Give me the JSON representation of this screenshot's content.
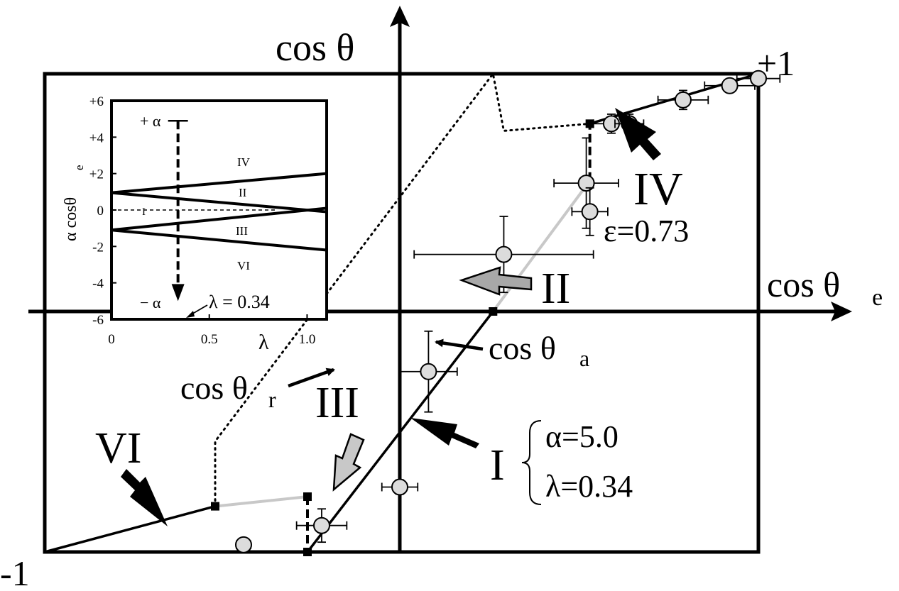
{
  "chart_data": [
    {
      "type": "line",
      "axes": {
        "y_label": "cos θ",
        "x_label_main": "cos θ",
        "x_label_sub": "e",
        "corner_plus": "+1",
        "corner_minus": "-1",
        "xlim": [
          -1,
          1
        ],
        "ylim": [
          -1,
          1
        ]
      },
      "series": [
        {
          "name": "I",
          "segment": [
            [
              -0.26,
              -1.0
            ],
            [
              0.26,
              0.0
            ]
          ]
        },
        {
          "name": "II",
          "segment": [
            [
              0.26,
              0.0
            ],
            [
              0.53,
              0.55
            ]
          ]
        },
        {
          "name": "IV",
          "segment": [
            [
              0.53,
              0.79
            ],
            [
              1.0,
              1.0
            ]
          ]
        },
        {
          "name": "VI",
          "segment": [
            [
              -1.0,
              -1.0
            ],
            [
              -0.52,
              -0.81
            ]
          ]
        },
        {
          "name": "III",
          "segment": [
            [
              -0.52,
              -0.81
            ],
            [
              -0.26,
              -0.77
            ]
          ]
        }
      ],
      "jumps": [
        [
          [
            0.53,
            0.55
          ],
          [
            0.53,
            0.79
          ]
        ],
        [
          [
            -0.26,
            -0.77
          ],
          [
            -0.26,
            -1.0
          ]
        ]
      ],
      "cos_theta_r": [
        [
          -0.52,
          -0.81
        ],
        [
          -0.52,
          -0.54
        ],
        [
          0.26,
          1.0
        ],
        [
          0.29,
          0.76
        ],
        [
          0.53,
          0.79
        ]
      ],
      "breakpoints": [
        [
          0.53,
          0.79
        ],
        [
          0.26,
          0.0
        ],
        [
          -0.52,
          -0.81
        ],
        [
          -0.26,
          -0.77
        ],
        [
          -0.26,
          -1.0
        ]
      ],
      "points": [
        {
          "x": 0.79,
          "y": 0.89,
          "xerr": 0.07,
          "yerr": 0.04
        },
        {
          "x": 0.92,
          "y": 0.95,
          "xerr": 0.07,
          "yerr": 0.0
        },
        {
          "x": 1.0,
          "y": 0.98,
          "xerr": 0.06,
          "yerr": 0.0
        },
        {
          "x": 0.59,
          "y": 0.79,
          "xerr": 0.05,
          "yerr": 0.04
        },
        {
          "x": 0.64,
          "y": 0.79,
          "xerr": 0.04,
          "yerr": 0.04
        },
        {
          "x": 0.52,
          "y": 0.54,
          "xerr": 0.09,
          "yerr": 0.19
        },
        {
          "x": 0.53,
          "y": 0.42,
          "xerr": 0.05,
          "yerr": 0.1
        },
        {
          "x": 0.29,
          "y": 0.24,
          "xerr": 0.25,
          "yerr": 0.16
        },
        {
          "x": 0.08,
          "y": -0.25,
          "xerr": 0.08,
          "yerr": 0.17
        },
        {
          "x": 0.0,
          "y": -0.73,
          "xerr": 0.05,
          "yerr": 0.03
        },
        {
          "x": -0.22,
          "y": -0.89,
          "xerr": 0.07,
          "yerr": 0.07
        },
        {
          "x": -0.44,
          "y": -0.97,
          "xerr": 0.02,
          "yerr": 0.0
        }
      ],
      "labels": {
        "region_IV": "IV",
        "epsilon": "ε=0.73",
        "region_II": "II",
        "cos_theta_a_main": "cos θ",
        "cos_theta_a_sub": "a",
        "cos_theta_r_main": "cos θ",
        "cos_theta_r_sub": "r",
        "region_III": "III",
        "region_VI": "VI",
        "region_I": "I",
        "alpha": "α=5.0",
        "lambda": "λ=0.34"
      },
      "colors": {
        "ink": "#000000",
        "gray_line": "#c8c8c8",
        "gray_arrow": "#a8a8a8",
        "light_arrow": "#c8c8c8",
        "marker_fill": "#dcdcdc"
      }
    },
    {
      "type": "line",
      "name": "inset",
      "xlim": [
        0,
        1.1
      ],
      "ylim": [
        -6,
        6
      ],
      "xlabel": "λ",
      "ylabel_main": "α cosθ",
      "ylabel_sub": "e",
      "x_ticks": [
        {
          "value": 0,
          "label": "0"
        },
        {
          "value": 0.5,
          "label": "0.5"
        },
        {
          "value": 1.0,
          "label": "1.0"
        }
      ],
      "y_ticks": [
        {
          "value": 6,
          "label": "+6"
        },
        {
          "value": 4,
          "label": "+4"
        },
        {
          "value": 2,
          "label": "+2"
        },
        {
          "value": 0,
          "label": "0"
        },
        {
          "value": -2,
          "label": "-2"
        },
        {
          "value": -4,
          "label": "-4"
        },
        {
          "value": -6,
          "label": "-6"
        }
      ],
      "lines": [
        {
          "name": "upper-rising",
          "points": [
            [
              0,
              0.95
            ],
            [
              1.1,
              2.0
            ]
          ]
        },
        {
          "name": "upper-falling",
          "points": [
            [
              0,
              0.95
            ],
            [
              1.1,
              -0.1
            ]
          ]
        },
        {
          "name": "lower-rising",
          "points": [
            [
              0,
              -1.1
            ],
            [
              1.1,
              0.1
            ]
          ]
        },
        {
          "name": "lower-falling",
          "points": [
            [
              0,
              -1.1
            ],
            [
              1.1,
              -2.2
            ]
          ]
        }
      ],
      "zero_dashed": [
        [
          0,
          0
        ],
        [
          0.84,
          0
        ]
      ],
      "alpha_sweep": {
        "x": 0.34,
        "from": 4.9,
        "to": -5.0
      },
      "labels": {
        "plus_alpha": "+ α",
        "minus_alpha": "− α",
        "lambda_note": "λ = 0.34",
        "IV": "IV",
        "II": "II",
        "I": "I",
        "III": "III",
        "VI": "VI"
      }
    }
  ]
}
